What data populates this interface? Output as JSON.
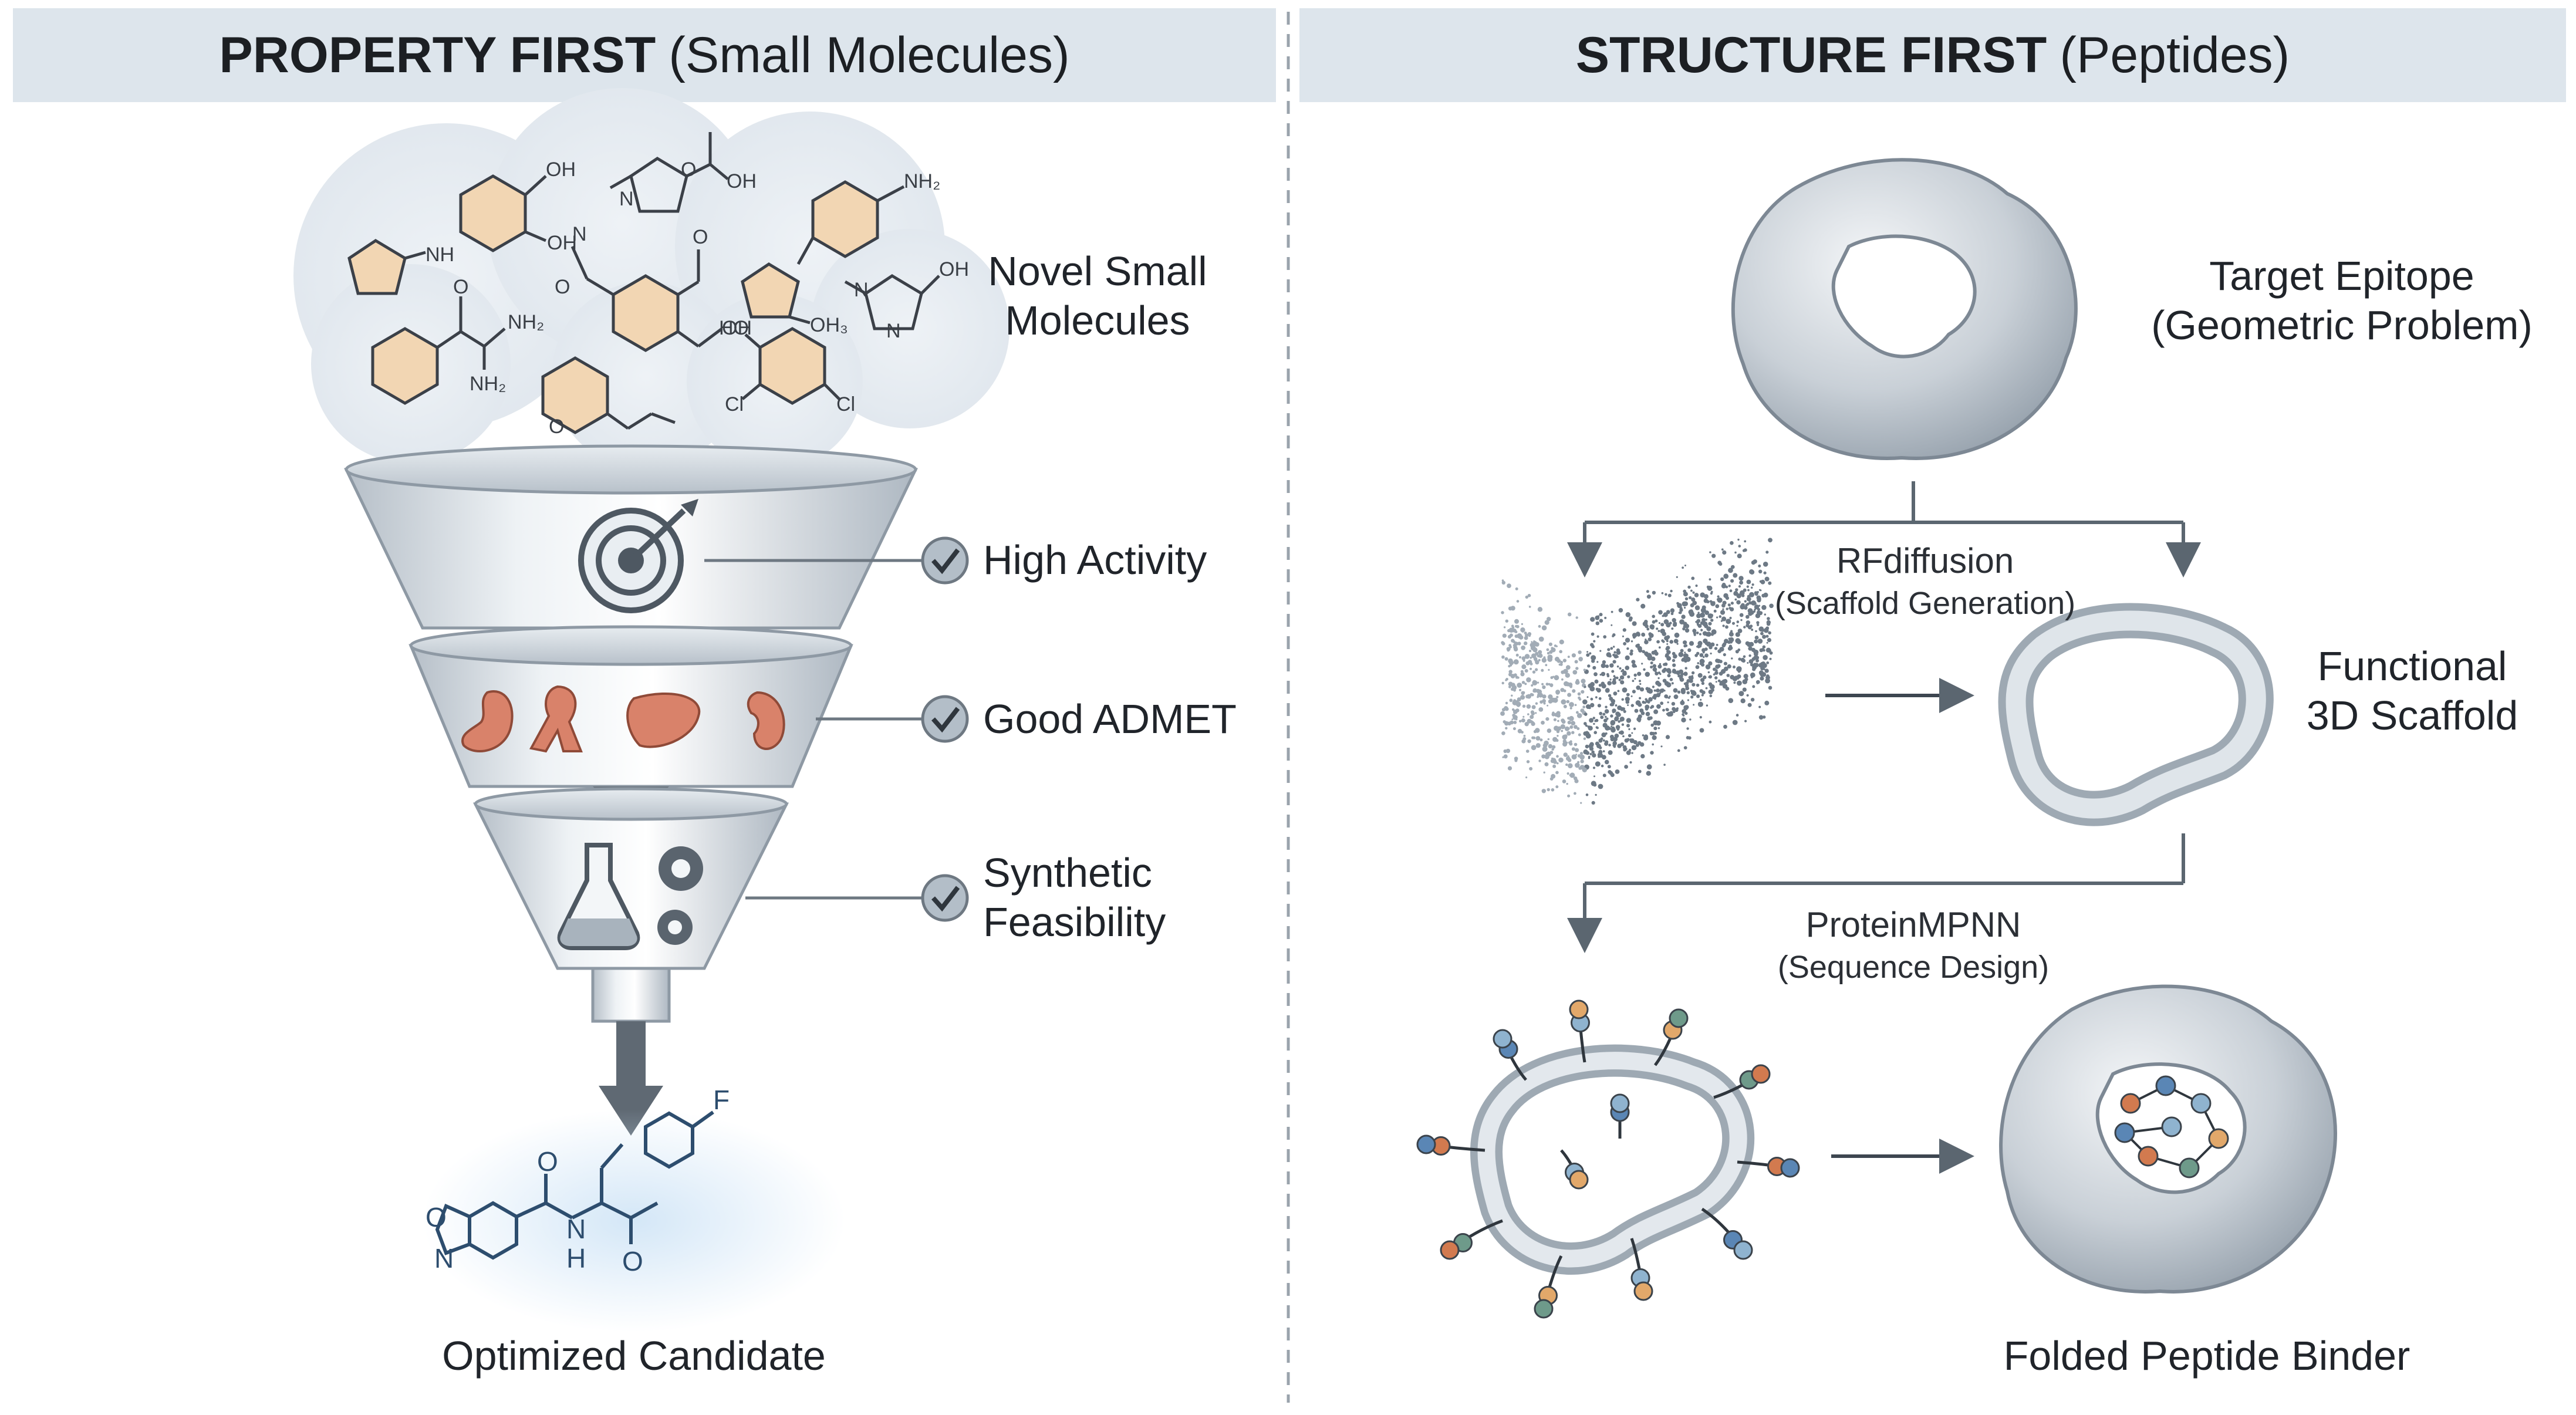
{
  "left_panel": {
    "title_bold": "PROPERTY FIRST",
    "title_sub": "(Small Molecules)",
    "cloud_label": [
      "Novel Small",
      "Molecules"
    ],
    "filters": [
      {
        "label": [
          "High Activity"
        ],
        "icon": "target-icon"
      },
      {
        "label": [
          "Good ADMET"
        ],
        "icon": "organs-icon"
      },
      {
        "label": [
          "Synthetic",
          "Feasibility"
        ],
        "icon": "flask-gear-icon"
      }
    ],
    "result_label": "Optimized Candidate",
    "atom_labels": {
      "oh1": "OH",
      "oh2": "OH",
      "oh3": "OH",
      "nh": "NH",
      "nh2a": "NH₂",
      "nh2b": "NH₂",
      "nh2c": "NH₂",
      "oh_carb": "OH",
      "ch3": "OH₃",
      "o1": "O",
      "n1": "N",
      "oh_low": "OH",
      "ho": "HO",
      "cl1": "Cl",
      "cl2": "Cl",
      "nitro": "N",
      "o2": "O",
      "o3": "O",
      "n2": "N",
      "n3": "N",
      "o4": "O",
      "o5": "O"
    },
    "candidate_labels": {
      "f": "F",
      "o_ring": "O",
      "n_ring": "N",
      "o_carbonyl": "O",
      "nh": "N",
      "h": "H",
      "o_ketone": "O"
    }
  },
  "right_panel": {
    "title_bold": "STRUCTURE FIRST",
    "title_sub": "(Peptides)",
    "target_label": [
      "Target Epitope",
      "(Geometric Problem)"
    ],
    "step1_label": [
      "RFdiffusion",
      "(Scaffold Generation)"
    ],
    "scaffold_label": [
      "Functional",
      "3D Scaffold"
    ],
    "step2_label": [
      "ProteinMPNN",
      "(Sequence Design)"
    ],
    "result_label": "Folded Peptide Binder"
  },
  "colors": {
    "header_bg": "#dde5ec",
    "funnel": "#cfd6dd",
    "arrow": "#5b6670",
    "check_circle": "#9aa6b1",
    "molecule_ring": "#f2d6b3",
    "organ": "#d9826a",
    "candidate_glow": "#bcd9f0"
  }
}
